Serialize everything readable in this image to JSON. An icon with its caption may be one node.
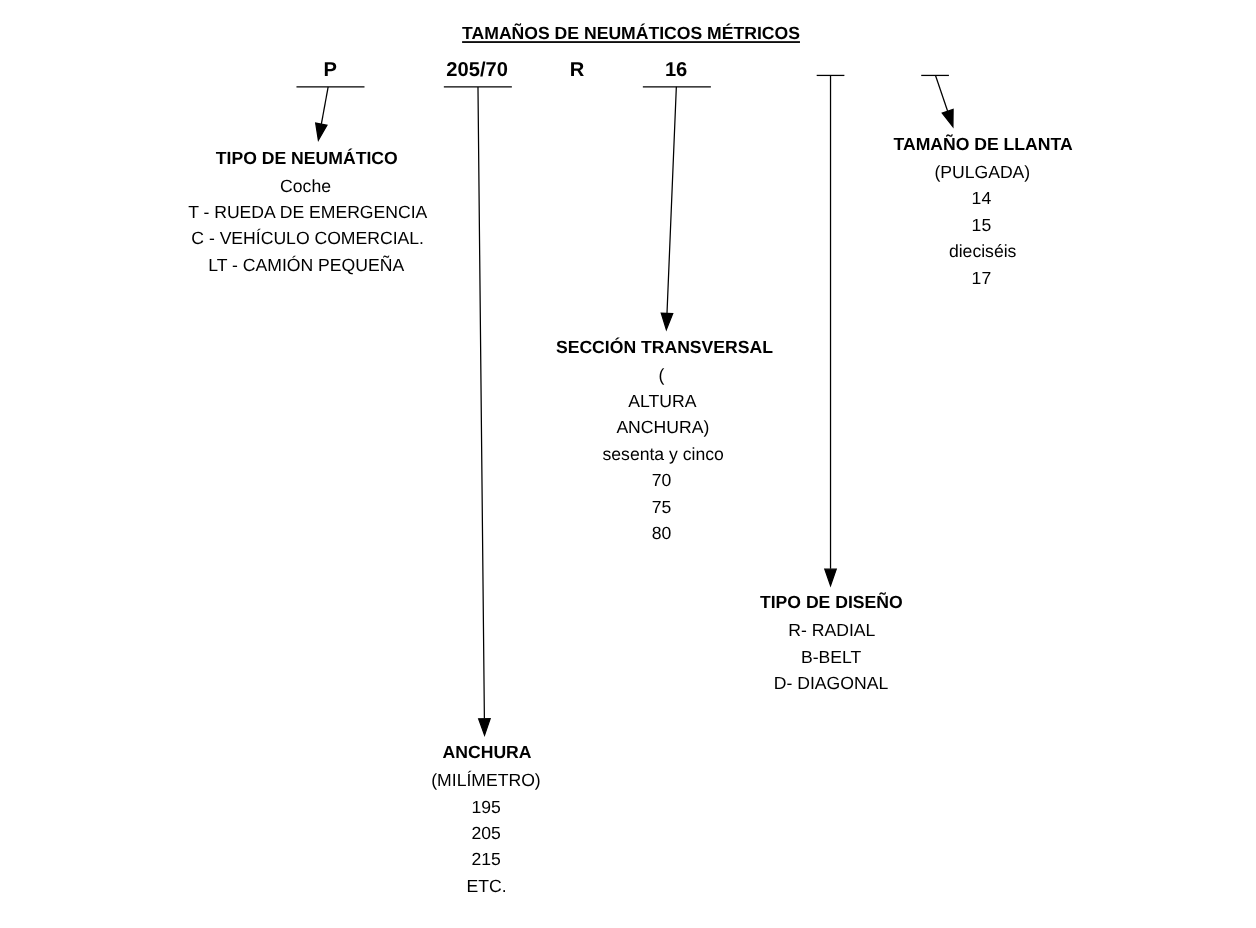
{
  "diagram": {
    "title": "TAMAÑOS DE NEUMÁTICOS MÉTRICOS",
    "nodes": [
      {
        "text": [
          "P"
        ]
      },
      {
        "text": [
          "205/70"
        ]
      },
      {
        "text": [
          "16"
        ]
      },
      {
        "text": [],
        "shape": "line"
      },
      {
        "text": [],
        "shape": "line"
      },
      {
        "text": [
          "TIPO DE NEUMÁTICO",
          "Coche",
          "T - RUEDA DE EMERGENCIA",
          "C - VEHÍCULO COMERCIAL.",
          "LT - CAMIÓN PEQUEÑA"
        ]
      },
      {
        "text": [
          "TAMAÑO DE LLANTA",
          "(PULGADA)",
          "14",
          "15",
          "dieciséis",
          "17"
        ]
      },
      {
        "text": [
          "SECCIÓN TRANSVERSAL",
          "(",
          "ALTURA",
          "ANCHURA)",
          "sesenta y cinco",
          "70",
          "75",
          "80"
        ]
      },
      {
        "text": [
          "ANCHURA",
          "(MILÍMETRO)",
          "195",
          "205",
          "215",
          "ETC."
        ]
      },
      {
        "text": [
          "TIPO DE DISEÑO",
          "R- RADIAL",
          "B-BELT",
          "D- DIAGONAL"
        ]
      }
    ],
    "edges": [
      {
        "from": 0,
        "to": 5,
        "arrow": "to"
      },
      {
        "from": 1,
        "to": 8,
        "arrow": "to"
      },
      {
        "from": 2,
        "to": 7,
        "arrow": "to"
      },
      {
        "from": 3,
        "to": 9,
        "arrow": "to"
      },
      {
        "from": 4,
        "to": 6,
        "arrow": "to"
      }
    ],
    "labels": [
      "R"
    ]
  }
}
